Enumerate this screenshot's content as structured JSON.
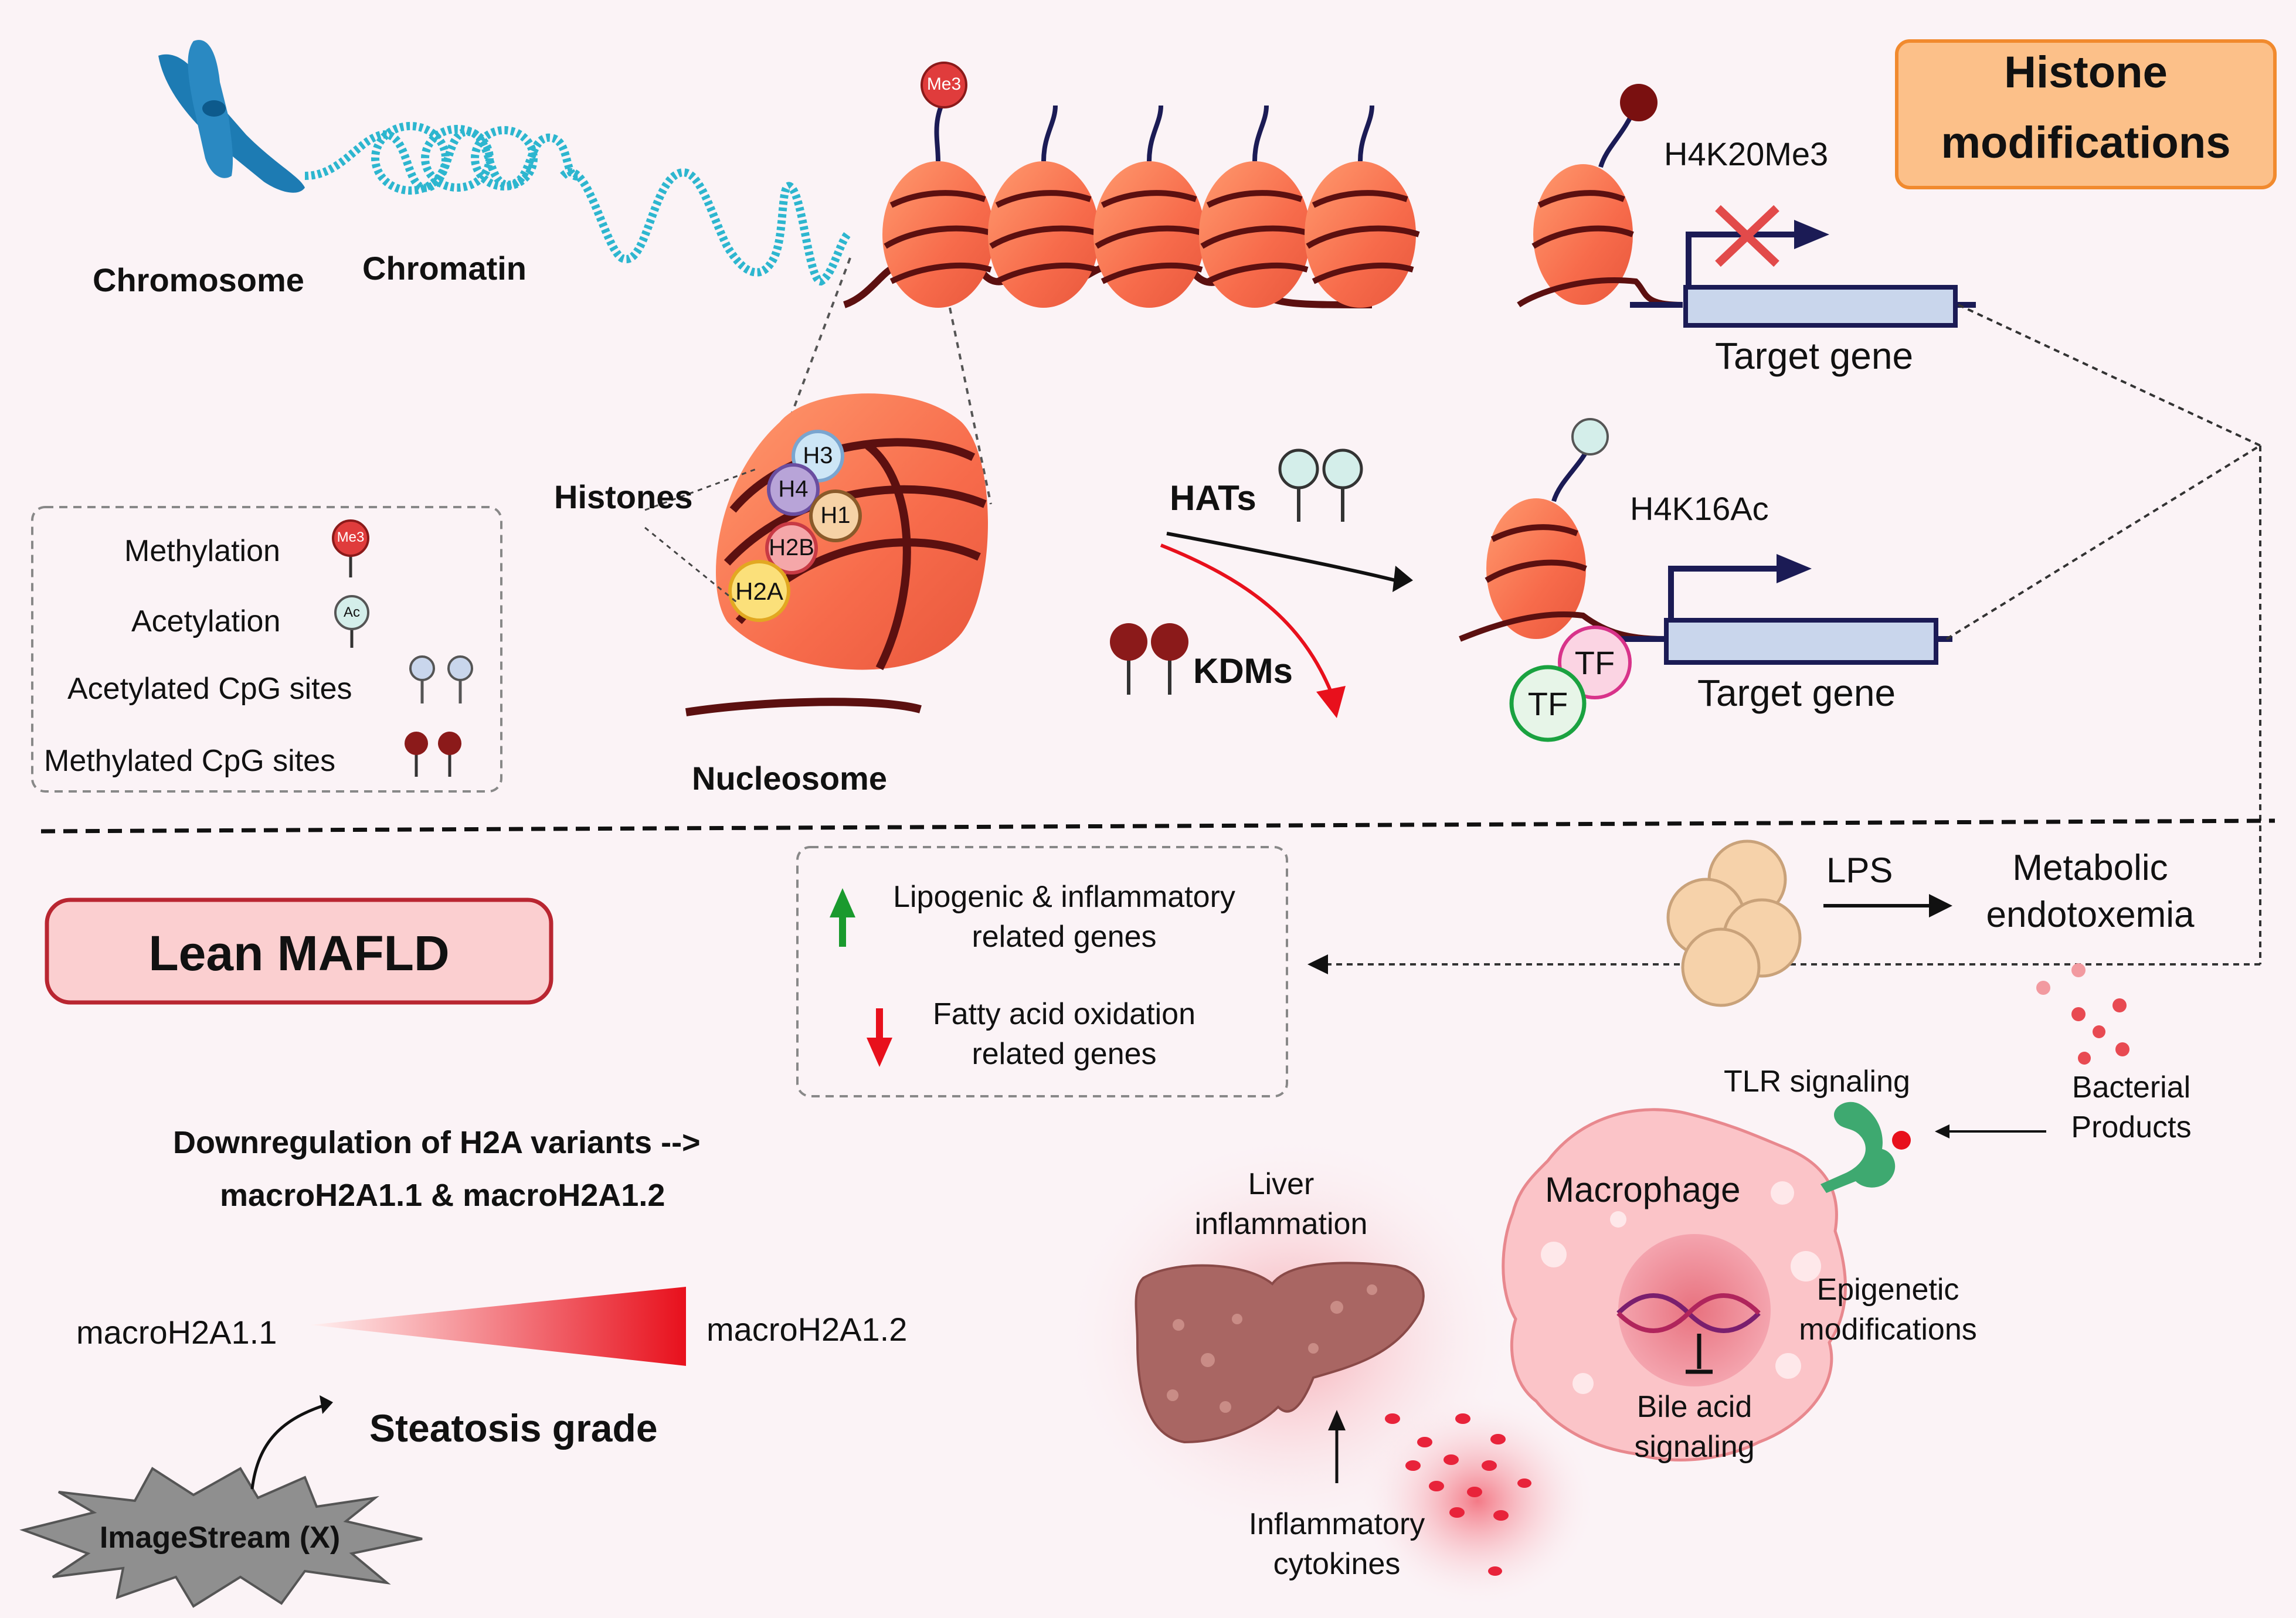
{
  "top": {
    "box_title_line1": "Histone",
    "box_title_line2": "modifications",
    "chromosome": "Chromosome",
    "chromatin": "Chromatin",
    "me3": "Me3",
    "h4k20": "H4K20Me3",
    "target_gene_1": "Target gene",
    "h4k16": "H4K16Ac",
    "target_gene_2": "Target gene",
    "tf": "TF",
    "hats": "HATs",
    "kdms": "KDMs",
    "histones": "Histones",
    "nucleosome": "Nucleosome",
    "histone_labels": [
      "H3",
      "H4",
      "H1",
      "H2B",
      "H2A"
    ]
  },
  "legend": {
    "items": [
      "Methylation",
      "Acetylation",
      "Acetylated CpG sites",
      "Methylated CpG sites"
    ],
    "me3": "Me3",
    "ac": "Ac"
  },
  "bottom": {
    "lean_mafld": "Lean MAFLD",
    "genes_up_1": "Lipogenic & inflammatory",
    "genes_up_2": "related genes",
    "genes_down_1": "Fatty acid oxidation",
    "genes_down_2": "related genes",
    "lps": "LPS",
    "endotox_1": "Metabolic",
    "endotox_2": "endotoxemia",
    "bacterial_1": "Bacterial",
    "bacterial_2": "Products",
    "tlr": "TLR signaling",
    "macrophage": "Macrophage",
    "epi_1": "Epigenetic",
    "epi_2": "modifications",
    "bile_1": "Bile acid",
    "bile_2": "signaling",
    "liver_1": "Liver",
    "liver_2": "inflammation",
    "cyto_1": "Inflammatory",
    "cyto_2": "cytokines",
    "downreg_1": "Downregulation of H2A variants -->",
    "downreg_2": "macroH2A1.1 & macroH2A1.2",
    "macro_left": "macroH2A1.1",
    "macro_right": "macroH2A1.2",
    "steatosis": "Steatosis grade",
    "imagestream": "ImageStream (X)"
  },
  "colors": {
    "nucleosome": "#f7704f",
    "dna": "#5c1010",
    "accent_box": "#fcc089",
    "mafld_box": "#fbcfd0",
    "gene_box": "#c9d6ec",
    "methyl": "#e03c3c",
    "acetyl": "#d4eeea"
  }
}
